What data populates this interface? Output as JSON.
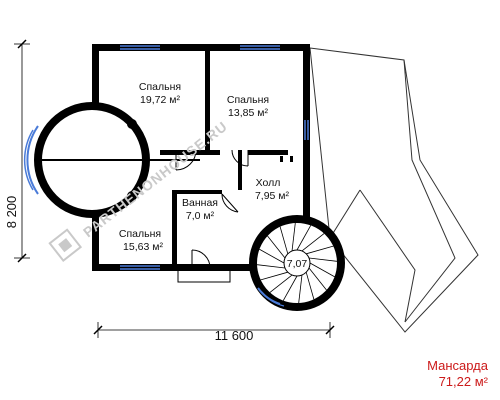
{
  "plan": {
    "rooms": [
      {
        "id": "bedroom-1",
        "name": "Спальня",
        "area": "19,72 м²"
      },
      {
        "id": "bedroom-2",
        "name": "Спальня",
        "area": "13,85 м²"
      },
      {
        "id": "hall",
        "name": "Холл",
        "area": "7,95 м²"
      },
      {
        "id": "bathroom",
        "name": "Ванная",
        "area": "7,0 м²"
      },
      {
        "id": "bedroom-3",
        "name": "Спальня",
        "area": "15,63 м²"
      },
      {
        "id": "stair-tower",
        "name": "",
        "area": "7,07"
      }
    ],
    "dimensions": {
      "height": "8 200",
      "width": "11 600"
    },
    "watermark": "PARTHENONHOUSE.RU"
  },
  "caption": {
    "title": "Мансарда",
    "area": "71,22 м²"
  },
  "colors": {
    "wall": "#000000",
    "window": "#4a7bd8",
    "caption": "#cc1a1a",
    "roof_line": "#333333"
  }
}
